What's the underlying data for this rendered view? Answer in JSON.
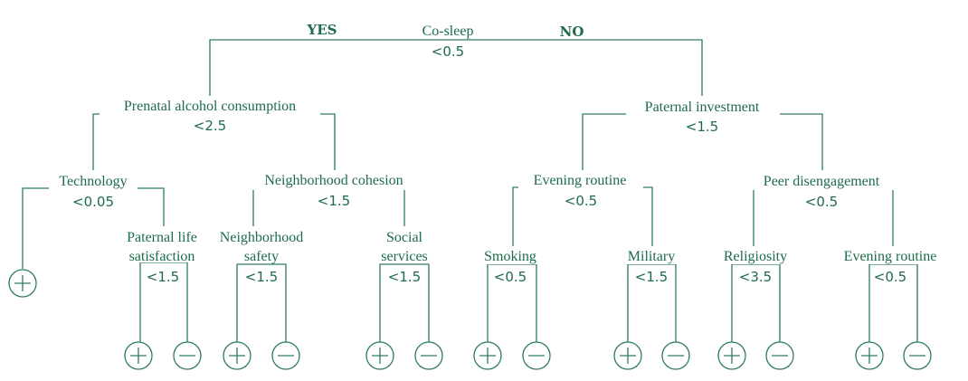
{
  "colors": {
    "accent": "#1d6b4a",
    "line": "#2e7d5b"
  },
  "branches": {
    "yes": "YES",
    "no": "NO"
  },
  "nodes": {
    "root": {
      "name": "Co-sleep",
      "threshold": "<0.5"
    },
    "prenatal": {
      "name": "Prenatal alcohol consumption",
      "threshold": "<2.5"
    },
    "paternal_investment": {
      "name": "Paternal investment",
      "threshold": "<1.5"
    },
    "technology": {
      "name": "Technology",
      "threshold": "<0.05"
    },
    "neighborhood_cohesion": {
      "name": "Neighborhood cohesion",
      "threshold": "<1.5"
    },
    "evening_routine_1": {
      "name": "Evening routine",
      "threshold": "<0.5"
    },
    "peer_disengagement": {
      "name": "Peer disengagement",
      "threshold": "<0.5"
    },
    "paternal_life_satisfaction": {
      "name_line1": "Paternal life",
      "name_line2": "satisfaction",
      "threshold": "<1.5"
    },
    "neighborhood_safety": {
      "name_line1": "Neighborhood",
      "name_line2": "safety",
      "threshold": "<1.5"
    },
    "social_services": {
      "name_line1": "Social",
      "name_line2": "services",
      "threshold": "<1.5"
    },
    "smoking": {
      "name": "Smoking",
      "threshold": "<0.5"
    },
    "military": {
      "name": "Military",
      "threshold": "<1.5"
    },
    "religiosity": {
      "name": "Religiosity",
      "threshold": "<3.5"
    },
    "evening_routine_2": {
      "name": "Evening routine",
      "threshold": "<0.5"
    }
  },
  "leaves": [
    {
      "id": "technology-yes",
      "outcome": "plus",
      "icon": "plus-circle-icon"
    },
    {
      "id": "paternal-life-satisfaction-yes",
      "outcome": "plus",
      "icon": "plus-circle-icon"
    },
    {
      "id": "paternal-life-satisfaction-no",
      "outcome": "minus",
      "icon": "minus-circle-icon"
    },
    {
      "id": "neighborhood-safety-yes",
      "outcome": "plus",
      "icon": "plus-circle-icon"
    },
    {
      "id": "neighborhood-safety-no",
      "outcome": "minus",
      "icon": "minus-circle-icon"
    },
    {
      "id": "social-services-yes",
      "outcome": "plus",
      "icon": "plus-circle-icon"
    },
    {
      "id": "social-services-no",
      "outcome": "minus",
      "icon": "minus-circle-icon"
    },
    {
      "id": "smoking-yes",
      "outcome": "plus",
      "icon": "plus-circle-icon"
    },
    {
      "id": "smoking-no",
      "outcome": "minus",
      "icon": "minus-circle-icon"
    },
    {
      "id": "military-yes",
      "outcome": "plus",
      "icon": "plus-circle-icon"
    },
    {
      "id": "military-no",
      "outcome": "minus",
      "icon": "minus-circle-icon"
    },
    {
      "id": "religiosity-yes",
      "outcome": "plus",
      "icon": "plus-circle-icon"
    },
    {
      "id": "religiosity-no",
      "outcome": "minus",
      "icon": "minus-circle-icon"
    },
    {
      "id": "evening-routine-2-yes",
      "outcome": "plus",
      "icon": "plus-circle-icon"
    },
    {
      "id": "evening-routine-2-no",
      "outcome": "minus",
      "icon": "minus-circle-icon"
    }
  ]
}
